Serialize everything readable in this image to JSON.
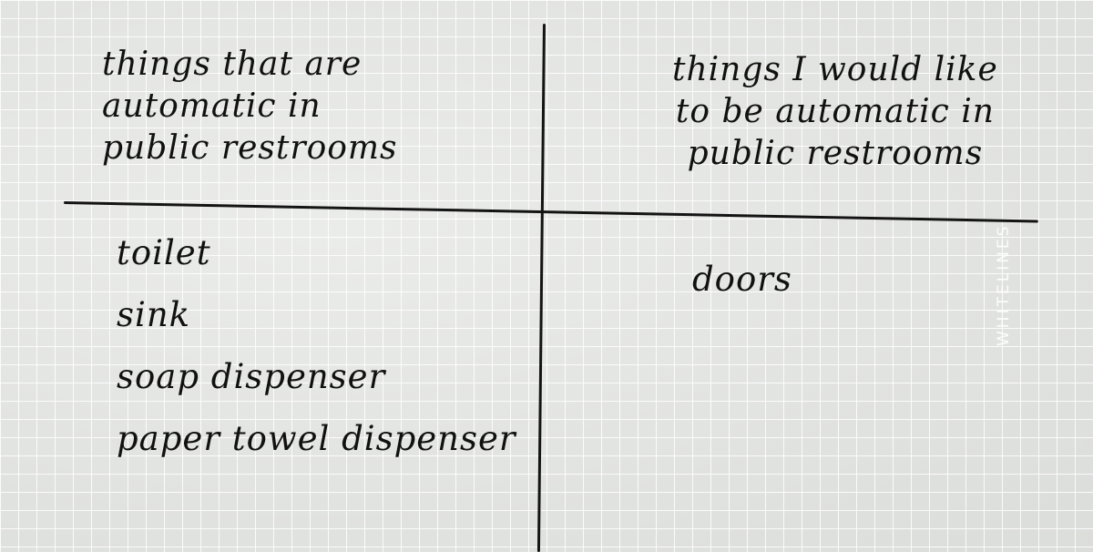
{
  "document": {
    "left_column": {
      "heading_lines": [
        "things that are",
        "automatic in",
        "public restrooms"
      ],
      "items": [
        "toilet",
        "sink",
        "soap dispenser",
        "paper towel dispenser"
      ]
    },
    "right_column": {
      "heading_lines": [
        "things I would like",
        "to be automatic in",
        "public restrooms"
      ],
      "items": [
        "doors"
      ]
    },
    "watermark": "WHITELINES"
  },
  "colors": {
    "paper": "#e4e6e3",
    "grid": "#ffffff",
    "ink": "#111111"
  }
}
